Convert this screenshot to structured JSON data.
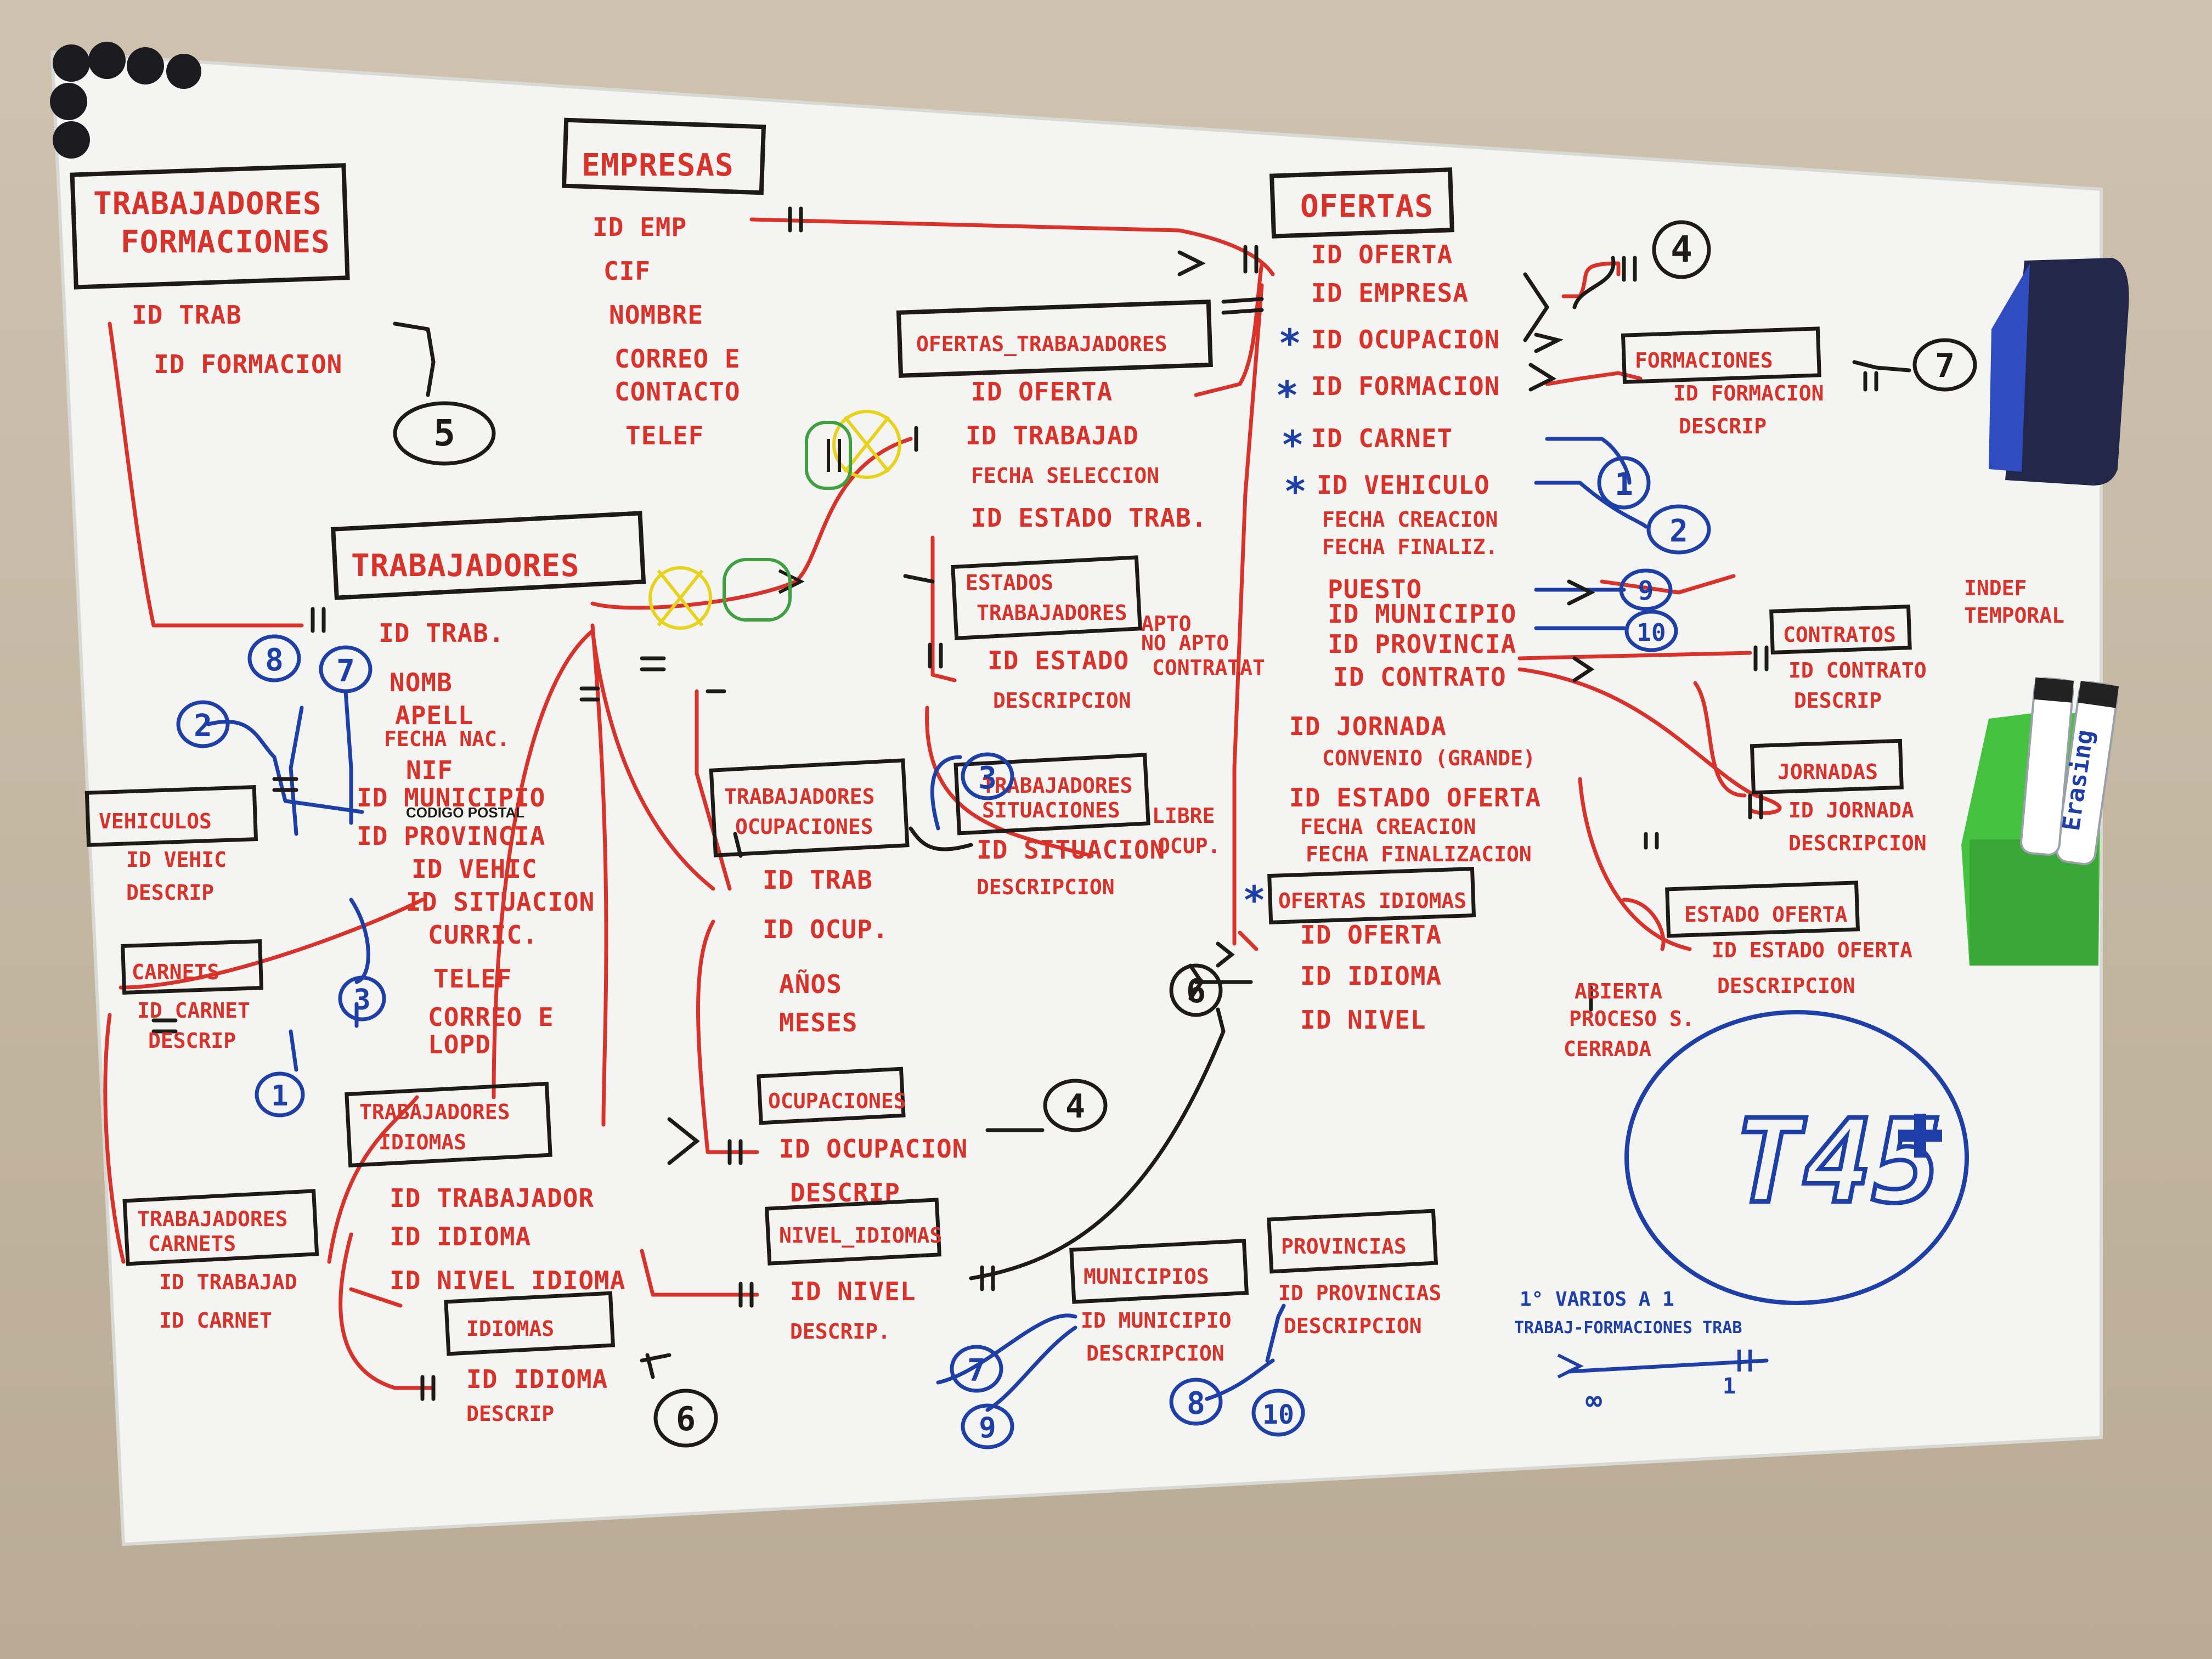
{
  "colors": {
    "red_marker": "#d8322a",
    "black_marker": "#1d1a18",
    "blue_marker": "#1f3fa8",
    "green_marker": "#3fa03f",
    "yellow_marker": "#e8d21a",
    "board": "#f4f5f3",
    "wall": "#c9bda9"
  },
  "entities": {
    "trab_formaciones": {
      "title": [
        "TRABAJADORES",
        "FORMACIONES"
      ],
      "attrs": [
        "ID TRAB",
        "ID FORMACION"
      ]
    },
    "empresas": {
      "title": [
        "EMPRESAS"
      ],
      "attrs": [
        "ID EMP",
        "CIF",
        "NOMBRE",
        "CORREO E",
        "CONTACTO",
        "TELEF"
      ]
    },
    "ofertas": {
      "title": [
        "OFERTAS"
      ],
      "attrs": [
        "ID OFERTA",
        "ID EMPRESA",
        "ID OCUPACION",
        "ID FORMACION",
        "ID CARNET",
        "ID VEHICULO",
        "FECHA CREACION",
        "FECHA FINALIZ.",
        "PUESTO",
        "ID MUNICIPIO",
        "ID PROVINCIA",
        "ID CONTRATO",
        "ID JORNADA",
        "CONVENIO (GRANDE)",
        "ID ESTADO OFERTA",
        "FECHA CREACION",
        "FECHA FINALIZACION"
      ]
    },
    "ofertas_trabajadores": {
      "title": [
        "OFERTAS_TRABAJADORES"
      ],
      "attrs": [
        "ID OFERTA",
        "ID TRABAJAD",
        "FECHA SELECCION",
        "ID ESTADO TRAB."
      ]
    },
    "formaciones": {
      "title": [
        "FORMACIONES"
      ],
      "attrs": [
        "ID FORMACION",
        "DESCRIP"
      ]
    },
    "trabajadores": {
      "title": [
        "TRABAJADORES"
      ],
      "attrs": [
        "ID TRAB.",
        "NOMB",
        "APELL",
        "FECHA NAC.",
        "NIF",
        "ID MUNICIPIO",
        "ID PROVINCIA",
        "ID VEHIC",
        "ID SITUACION",
        "CURRIC.",
        "TELEF",
        "CORREO E",
        "LOPD"
      ],
      "codigo_postal": "CODIGO POSTAL"
    },
    "estados_trabajadores": {
      "title": [
        "ESTADOS",
        "TRABAJADORES"
      ],
      "attrs": [
        "ID ESTADO",
        "DESCRIPCION"
      ],
      "notes": [
        "APTO",
        "NO APTO",
        "CONTRATAT"
      ]
    },
    "vehiculos": {
      "title": [
        "VEHICULOS"
      ],
      "attrs": [
        "ID VEHIC",
        "DESCRIP"
      ]
    },
    "carnets": {
      "title": [
        "CARNETS"
      ],
      "attrs": [
        "ID CARNET",
        "DESCRIP"
      ]
    },
    "trab_carnets": {
      "title": [
        "TRABAJADORES",
        "CARNETS"
      ],
      "attrs": [
        "ID TRABAJAD",
        "ID CARNET"
      ]
    },
    "trab_ocupaciones": {
      "title": [
        "TRABAJADORES",
        "OCUPACIONES"
      ],
      "attrs": [
        "ID TRAB",
        "ID OCUP.",
        "AÑOS",
        "MESES"
      ]
    },
    "trab_situaciones": {
      "title": [
        "TRABAJADORES",
        "SITUACIONES"
      ],
      "attrs": [
        "ID SITUACION",
        "DESCRIPCION"
      ],
      "notes": [
        "LIBRE",
        "OCUP."
      ]
    },
    "ocupaciones": {
      "title": [
        "OCUPACIONES"
      ],
      "attrs": [
        "ID OCUPACION",
        "DESCRIP"
      ]
    },
    "trab_idiomas": {
      "title": [
        "TRABAJADORES",
        "IDIOMAS"
      ],
      "attrs": [
        "ID TRABAJADOR",
        "ID IDIOMA",
        "ID NIVEL IDIOMA"
      ]
    },
    "idiomas": {
      "title": [
        "IDIOMAS"
      ],
      "attrs": [
        "ID IDIOMA",
        "DESCRIP"
      ]
    },
    "nivel_idiomas": {
      "title": [
        "NIVEL_IDIOMAS"
      ],
      "attrs": [
        "ID NIVEL",
        "DESCRIP."
      ]
    },
    "municipios": {
      "title": [
        "MUNICIPIOS"
      ],
      "attrs": [
        "ID MUNICIPIO",
        "DESCRIPCION"
      ]
    },
    "provincias": {
      "title": [
        "PROVINCIAS"
      ],
      "attrs": [
        "ID PROVINCIAS",
        "DESCRIPCION"
      ]
    },
    "ofertas_idiomas": {
      "title": [
        "OFERTAS IDIOMAS"
      ],
      "attrs": [
        "ID OFERTA",
        "ID IDIOMA",
        "ID NIVEL"
      ]
    },
    "contratos": {
      "title": [
        "CONTRATOS"
      ],
      "attrs": [
        "ID CONTRATO",
        "DESCRIP"
      ],
      "notes": [
        "INDEF",
        "TEMPORAL"
      ]
    },
    "jornadas": {
      "title": [
        "JORNADAS"
      ],
      "attrs": [
        "ID JORNADA",
        "DESCRIPCION"
      ]
    },
    "estado_oferta": {
      "title": [
        "ESTADO OFERTA"
      ],
      "attrs": [
        "ID ESTADO OFERTA",
        "DESCRIPCION"
      ],
      "notes": [
        "ABIERTA",
        "PROCESO S.",
        "CERRADA"
      ]
    }
  },
  "markers": [
    "1",
    "2",
    "3",
    "4",
    "5",
    "6",
    "7",
    "8",
    "9",
    "10"
  ],
  "stars": [
    "*",
    "*",
    "*",
    "*",
    "*"
  ],
  "legend": {
    "line1": "1° VARIOS A 1",
    "line2": "TRABAJ-FORMACIONES TRAB",
    "left": "∞",
    "right": "1"
  },
  "logo": "T45",
  "eraser_brand": "Erasing"
}
